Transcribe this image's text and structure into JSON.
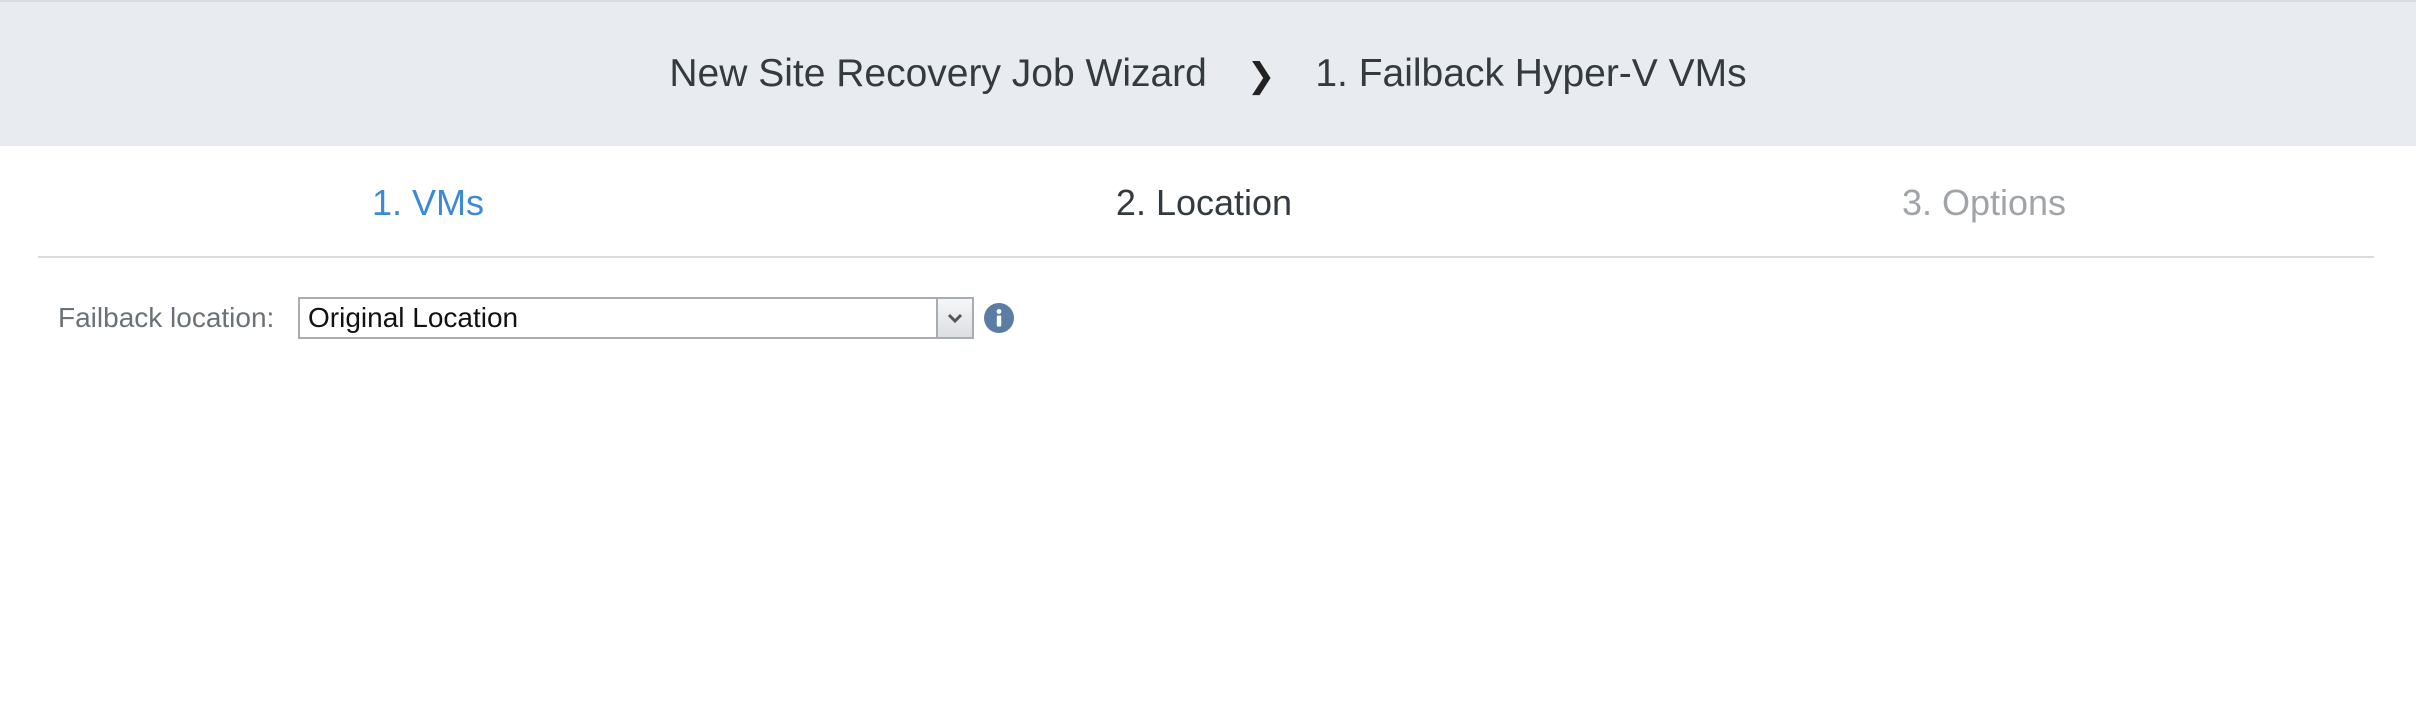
{
  "header": {
    "wizard_title": "New Site Recovery Job Wizard",
    "separator": "❯",
    "current_page": "1. Failback Hyper-V VMs"
  },
  "steps": [
    {
      "label": "1. VMs",
      "state": "done"
    },
    {
      "label": "2. Location",
      "state": "current"
    },
    {
      "label": "3. Options",
      "state": "future"
    }
  ],
  "form": {
    "failback_location": {
      "label": "Failback location:",
      "value": "Original Location"
    }
  },
  "icons": {
    "dropdown": "chevron-down-icon",
    "info": "info-icon"
  },
  "colors": {
    "header_bg": "#e8ecf0",
    "step_done": "#3e89d4",
    "step_current": "#333a40",
    "step_future": "#a0a4a8",
    "info_icon": "#5b7ca3"
  }
}
